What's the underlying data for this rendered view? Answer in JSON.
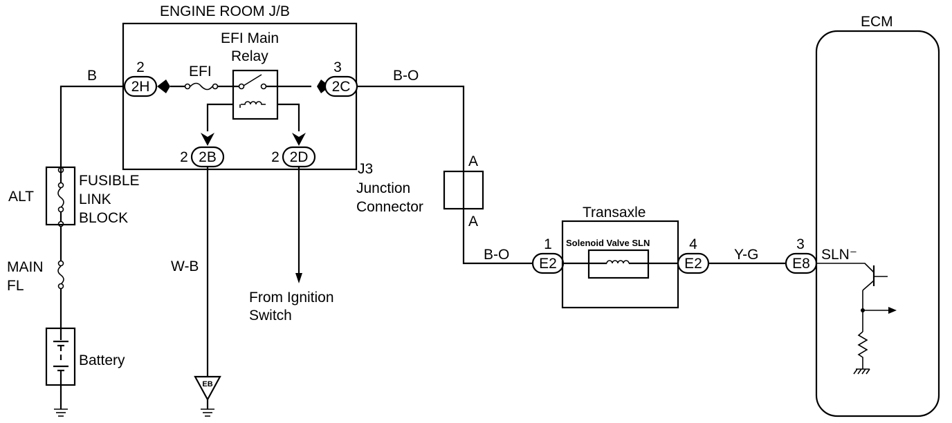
{
  "engine_room_jb": {
    "title": "ENGINE ROOM J/B"
  },
  "efi_relay": {
    "line1": "EFI Main",
    "line2": "Relay"
  },
  "efi_fuse": {
    "label": "EFI"
  },
  "connectors": {
    "c2h": {
      "id": "2H",
      "pin": "2"
    },
    "c2c": {
      "id": "2C",
      "pin": "3"
    },
    "c2b": {
      "id": "2B",
      "pin": "2"
    },
    "c2d": {
      "id": "2D",
      "pin": "2"
    },
    "e2_left": {
      "id": "E2",
      "pin": "1"
    },
    "e2_right": {
      "id": "E2",
      "pin": "4"
    },
    "e8": {
      "id": "E8",
      "pin": "3"
    }
  },
  "wires": {
    "b": "B",
    "bo_top": "B-O",
    "bo_bottom": "B-O",
    "wb": "W-B",
    "yg": "Y-G"
  },
  "junction": {
    "id": "J3",
    "line1": "Junction",
    "line2": "Connector",
    "pin_a_top": "A",
    "pin_a_bottom": "A"
  },
  "fusible_link": {
    "alt": "ALT",
    "line1": "FUSIBLE",
    "line2": "LINK",
    "line3": "BLOCK"
  },
  "main_fl": {
    "line1": "MAIN",
    "line2": "FL"
  },
  "battery": {
    "label": "Battery"
  },
  "ground": {
    "id": "EB"
  },
  "ignition": {
    "line1": "From Ignition",
    "line2": "Switch"
  },
  "transaxle": {
    "title": "Transaxle",
    "solenoid": "Solenoid Valve SLN"
  },
  "ecm": {
    "title": "ECM",
    "terminal": "SLN⁻"
  }
}
